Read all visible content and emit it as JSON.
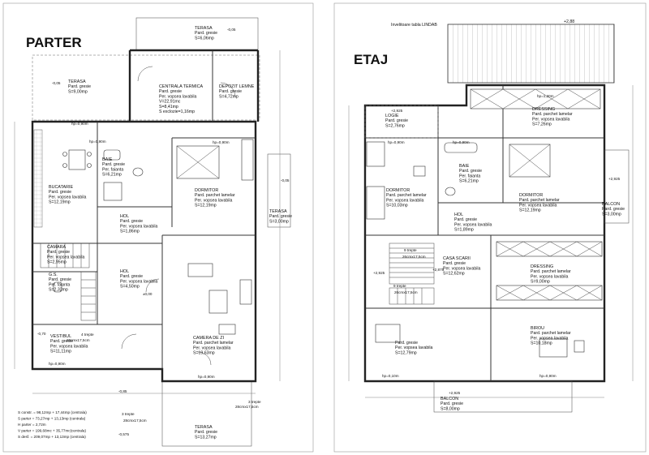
{
  "sheets": {
    "left_title": "PARTER",
    "right_title": "ETAJ"
  },
  "parter": {
    "rooms": [
      {
        "name": "TERASA",
        "floor": "Pard. gresie",
        "area": "S=6,06mp"
      },
      {
        "name": "TERASA",
        "floor": "Pard. gresie",
        "area": "S=9,00mp"
      },
      {
        "name": "CENTRALA TERMICA",
        "floor": "Pard. gresie",
        "wall": "Per. vopsea lavabila",
        "area": "S=8,41mp",
        "vol": "V=22,91mc",
        "vent": "S exclozie=1,16mp"
      },
      {
        "name": "DEPOZIT LEMNE",
        "floor": "Pard. gresie",
        "area": "S=4,72mp"
      },
      {
        "name": "BAIE",
        "floor": "Pard. gresie",
        "wall": "Per. faianta",
        "area": "S=6,21mp"
      },
      {
        "name": "DORMITOR",
        "floor": "Pard. parchet lamelar",
        "wall": "Per. vopsea lavabila",
        "area": "S=12,19mp"
      },
      {
        "name": "BUCATARIE",
        "floor": "Pard. gresie",
        "wall": "Per. vopsea lavabila",
        "area": "S=12,19mp"
      },
      {
        "name": "HOL",
        "floor": "Pard. gresie",
        "wall": "Per. vopsea lavabila",
        "area": "S=1,86mp"
      },
      {
        "name": "TERASA",
        "floor": "Pard. gresie",
        "area": "S=3,00mp"
      },
      {
        "name": "CAMARA",
        "floor": "Pard. gresie",
        "wall": "Per. vopsea lavabila",
        "area": "S=2,95mp"
      },
      {
        "name": "HOL",
        "floor": "Pard. gresie",
        "wall": "Per. vopsea lavabila",
        "area": "S=4,50mp"
      },
      {
        "name": "G.S.",
        "floor": "Pard. gresie",
        "wall": "Per. faianta",
        "area": "S=2,32mp"
      },
      {
        "name": "VESTIBUL",
        "floor": "Pard. gresie",
        "wall": "Per. vopsea lavabila",
        "area": "S=11,11mp"
      },
      {
        "name": "CAMERA DE ZI",
        "floor": "Pard. parchet lamelar",
        "wall": "Per. vopsea lavabila",
        "area": "S=19,63mp"
      },
      {
        "name": "TERASA",
        "floor": "Pard. gresie",
        "area": "S=13,27mp"
      }
    ],
    "levels": [
      "-0,05",
      "-0,05",
      "-0,05",
      "±0,00",
      "-0,70",
      "-0,85",
      "-0,575"
    ],
    "notes": [
      "hp=0,90m",
      "hp=0,90m",
      "hp=0,90m",
      "hp=0,90m",
      "hp=0,90m"
    ],
    "stairs": [
      "4 trepte",
      "26cmx17,5cm",
      "3 trepte",
      "28cmx17,5cm",
      "3 trepte",
      "28cmx17,5cm"
    ],
    "summary": [
      "S constr. = 98,12mp + 17,44mp (centrala)",
      "S parter = 73,27mp + 13,13mp (centrala)",
      "H parter = 2,72m",
      "V parter = 199,68mc + 35,77mc(centrala)",
      "S desf. = 209,07mp + 13,13mp (centrala)"
    ]
  },
  "etaj": {
    "roof_note": "Invelitoare tabla LINDAB",
    "roof_level": "+2,88",
    "rooms": [
      {
        "name": "LOGIE",
        "floor": "Pard. gresie",
        "area": "S=2,76mp"
      },
      {
        "name": "DRESSING",
        "floor": "Pard. parchet lamelar",
        "wall": "Per. vopsea lavabila",
        "area": "S=7,26mp"
      },
      {
        "name": "BAIE",
        "floor": "Pard. gresie",
        "wall": "Per. faianta",
        "area": "S=6,21mp"
      },
      {
        "name": "DORMITOR",
        "floor": "Pard. parchet lamelar",
        "wall": "Per. vopsea lavabila",
        "area": "S=10,03mp"
      },
      {
        "name": "DORMITOR",
        "floor": "Pard. parchet lamelar",
        "wall": "Per. vopsea lavabila",
        "area": "S=12,19mp"
      },
      {
        "name": "BALCON",
        "floor": "Pard. gresie",
        "area": "S=3,00mp"
      },
      {
        "name": "HOL",
        "floor": "Pard. gresie",
        "wall": "Per. vopsea lavabila",
        "area": "S=1,89mp"
      },
      {
        "name": "CASA SCARII",
        "floor": "Pard. gresie",
        "wall": "Per. vopsea lavabila",
        "area": "S=12,62mp"
      },
      {
        "name": "DRESSING",
        "floor": "Pard. parchet lamelar",
        "wall": "Per. vopsea lavabila",
        "area": "S=9,00mp"
      },
      {
        "name": "",
        "floor": "Pard. gresie",
        "wall": "Per. vopsea lavabila",
        "area": "S=12,79mp"
      },
      {
        "name": "BIROU",
        "floor": "Pard. parchet lamelar",
        "wall": "Per. vopsea lavabila",
        "area": "S=10,18mp"
      },
      {
        "name": "BALCON",
        "floor": "Pard. gresie",
        "area": "S=8,00mp"
      }
    ],
    "levels": [
      "+2,925",
      "+2,925",
      "+2,925",
      "+2,875",
      "+2,925"
    ],
    "notes": [
      "hp=1,20m",
      "hp=0,90m",
      "hp=0,90m",
      "hp=0,10m",
      "hp=0,90m"
    ],
    "stairs": [
      "9 trepte",
      "26cmx17,5cm",
      "9 trepte",
      "26cmx17,5cm"
    ]
  }
}
